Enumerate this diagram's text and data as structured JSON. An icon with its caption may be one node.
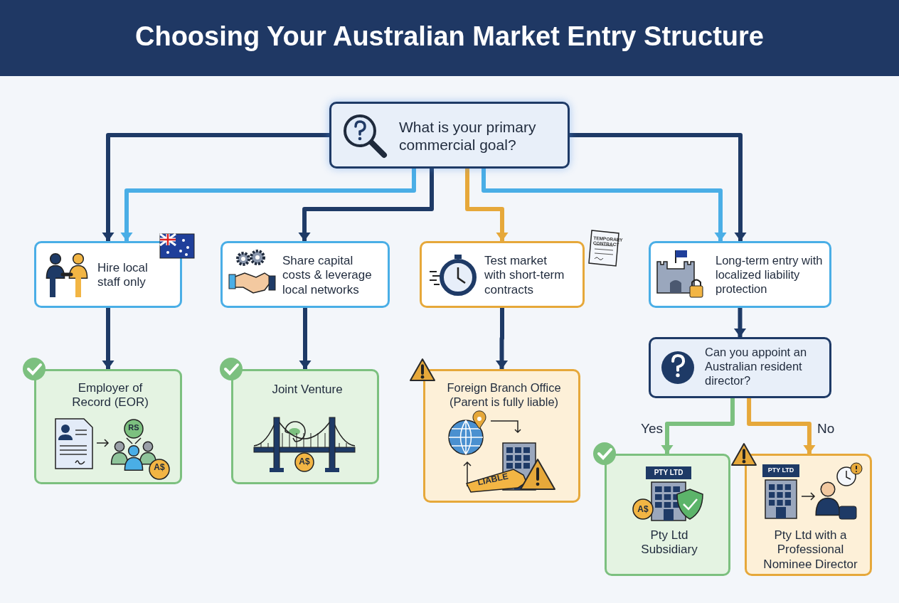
{
  "diagram": {
    "title": "Choosing Your Australian Market Entry Structure",
    "nodes": [
      {
        "text": [
          "What is your primary commercial goal?"
        ]
      },
      {
        "text": [
          "Hire local staff only"
        ]
      },
      {
        "text": [
          "Share capital costs & leverage local networks"
        ]
      },
      {
        "text": [
          "Test market with short-term contracts"
        ]
      },
      {
        "text": [
          "Long-term entry with localized liability protection"
        ]
      },
      {
        "text": [
          "Employer of Record (EOR)"
        ]
      },
      {
        "text": [
          "Joint Venture"
        ]
      },
      {
        "text": [
          "Foreign Branch Office (Parent is fully liable)"
        ]
      },
      {
        "text": [
          "Can you appoint an Australian resident director?"
        ]
      },
      {
        "text": [
          "Pty Ltd Subsidiary"
        ]
      },
      {
        "text": [
          "Pty Ltd with a Professional Nominee Director"
        ]
      }
    ],
    "edges": [
      {
        "from": 0,
        "to": 1,
        "arrow": "to"
      },
      {
        "from": 0,
        "to": 1,
        "arrow": "to",
        "color": "#4aaee6"
      },
      {
        "from": 0,
        "to": 2,
        "arrow": "to"
      },
      {
        "from": 0,
        "to": 3,
        "arrow": "to",
        "color": "#e6a83a"
      },
      {
        "from": 0,
        "to": 4,
        "arrow": "to",
        "color": "#4aaee6"
      },
      {
        "from": 0,
        "to": 4,
        "arrow": "to"
      },
      {
        "from": 1,
        "to": 5,
        "arrow": "to"
      },
      {
        "from": 2,
        "to": 6,
        "arrow": "to"
      },
      {
        "from": 3,
        "to": 7,
        "arrow": "to"
      },
      {
        "from": 4,
        "to": 8,
        "arrow": "to"
      },
      {
        "from": 8,
        "to": 9,
        "arrow": "to",
        "label": "Yes",
        "color": "#7cc07f"
      },
      {
        "from": 8,
        "to": 10,
        "arrow": "to",
        "label": "No",
        "color": "#e6a83a"
      }
    ],
    "labels": [
      "TEMPORARY CONTRACT",
      "RS",
      "A$",
      "A$",
      "LIABLE",
      "PTY LTD",
      "A$",
      "PTY LTD"
    ]
  }
}
